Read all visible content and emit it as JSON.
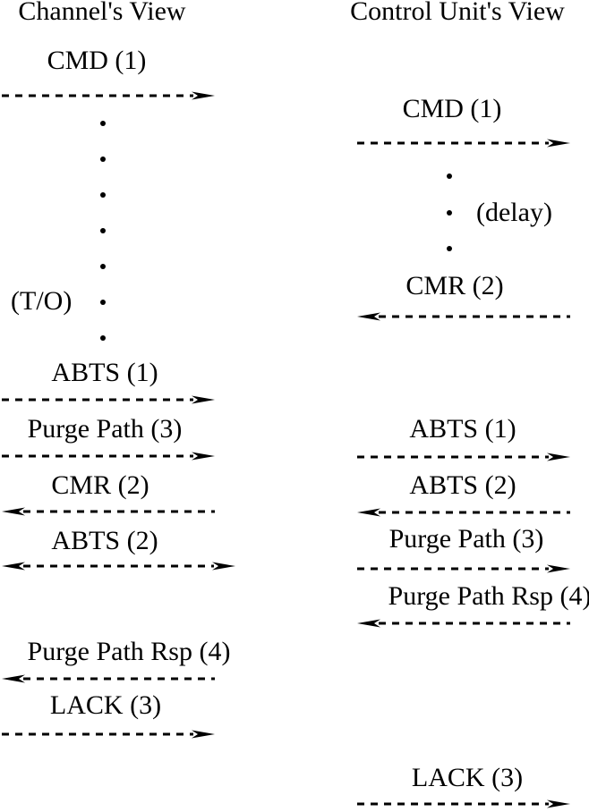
{
  "figure": {
    "type": "message-sequence-diagram",
    "background_color": "#ffffff",
    "ink_color": "#000000",
    "arrow_style": "dashed"
  },
  "left_column": {
    "title": "Channel's View",
    "timeout_annotation": "(T/O)",
    "ellipsis_dots": 7,
    "messages": [
      {
        "label": "CMD (1)",
        "direction": "right"
      },
      {
        "label": "ABTS (1)",
        "direction": "right"
      },
      {
        "label": "Purge Path (3)",
        "direction": "right"
      },
      {
        "label": "CMR (2)",
        "direction": "left"
      },
      {
        "label": "ABTS (2)",
        "direction": "both"
      },
      {
        "label": "Purge Path Rsp (4)",
        "direction": "left"
      },
      {
        "label": "LACK (3)",
        "direction": "right"
      }
    ]
  },
  "right_column": {
    "title": "Control Unit's View",
    "delay_annotation": "(delay)",
    "ellipsis_dots": 3,
    "messages": [
      {
        "label": "CMD (1)",
        "direction": "right"
      },
      {
        "label": "CMR (2)",
        "direction": "left"
      },
      {
        "label": "ABTS (1)",
        "direction": "right"
      },
      {
        "label": "ABTS (2)",
        "direction": "left"
      },
      {
        "label": "Purge Path (3)",
        "direction": "right"
      },
      {
        "label": "Purge Path Rsp (4)",
        "direction": "left"
      },
      {
        "label": "LACK (3)",
        "direction": "right"
      }
    ]
  }
}
